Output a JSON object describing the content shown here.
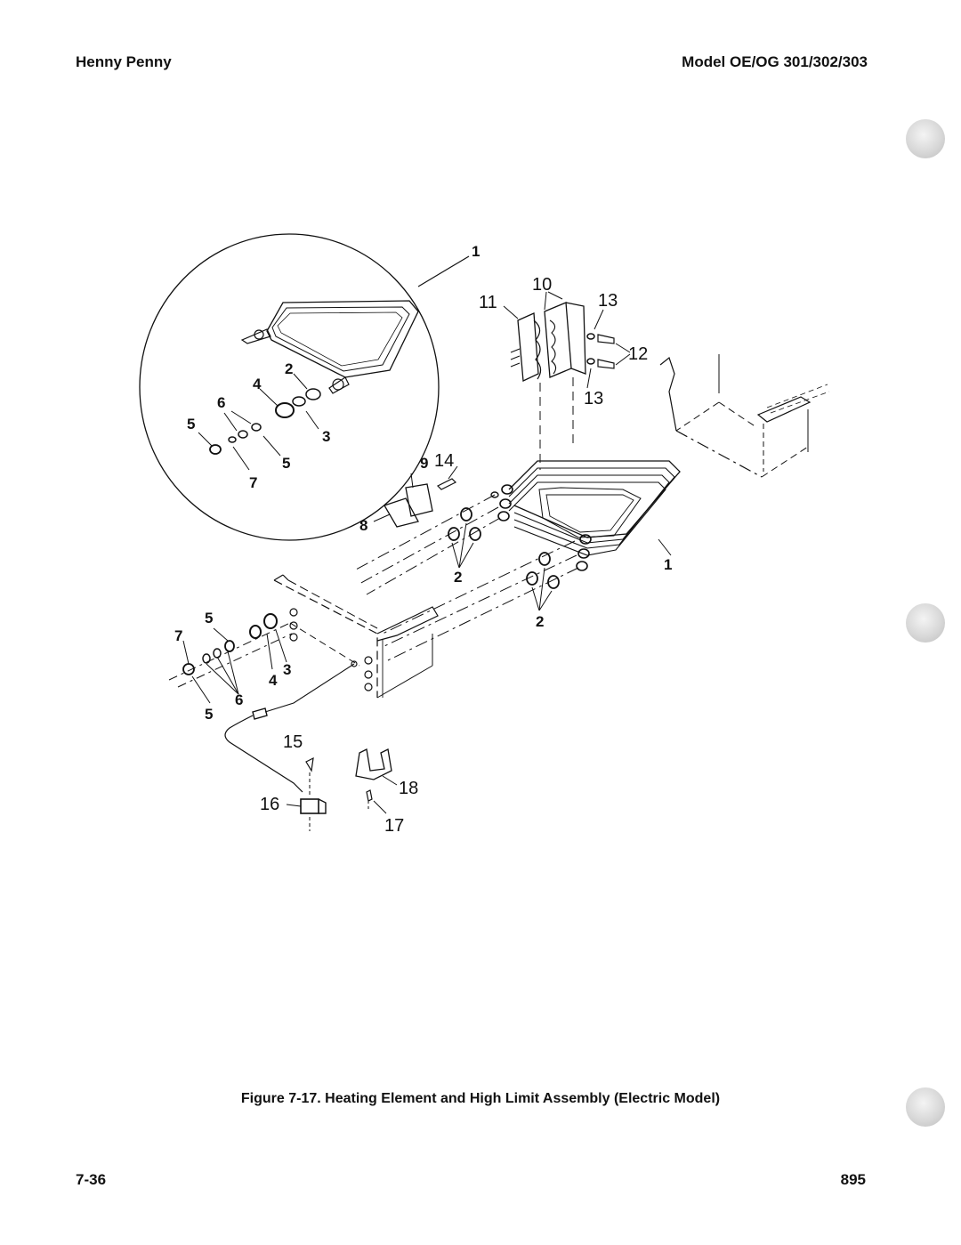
{
  "header": {
    "left": "Henny Penny",
    "right": "Model OE/OG 301/302/303"
  },
  "figure": {
    "caption": "Figure 7-17. Heating Element and High Limit Assembly (Electric Model)",
    "callouts": {
      "c1_top": "1",
      "c1_right": "1",
      "c2_detail": "2",
      "c2_left": "2",
      "c2_right": "2",
      "c3_detail": "3",
      "c3_left": "3",
      "c4_detail": "4",
      "c4_left": "4",
      "c5_detail_a": "5",
      "c5_detail_b": "5",
      "c5_left_a": "5",
      "c5_left_b": "5",
      "c6_detail": "6",
      "c6_left": "6",
      "c7_detail": "7",
      "c7_left": "7",
      "c8": "8",
      "c9": "9",
      "c10": "10",
      "c11": "11",
      "c12": "12",
      "c13_top": "13",
      "c13_bottom": "13",
      "c14": "14",
      "c15": "15",
      "c16": "16",
      "c17": "17",
      "c18": "18"
    }
  },
  "footer": {
    "page": "7-36",
    "code": "895"
  }
}
